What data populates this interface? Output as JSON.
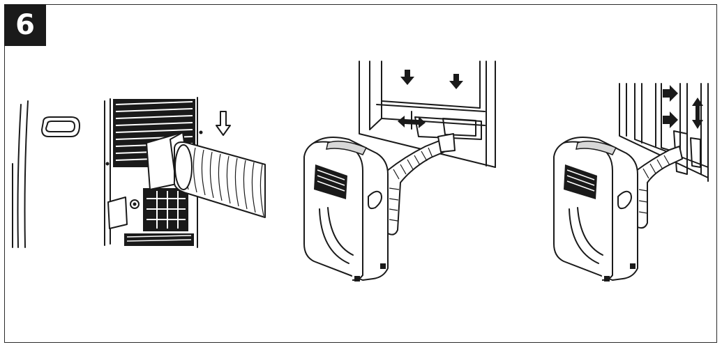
{
  "step": {
    "number": "6"
  },
  "panels": [
    {
      "name": "hose-attach"
    },
    {
      "name": "sliding-window-install"
    },
    {
      "name": "vertical-window-install"
    }
  ],
  "icons": [
    "down-arrow-icon",
    "horizontal-double-arrow-icon",
    "right-arrow-icon",
    "vertical-double-arrow-icon"
  ],
  "colors": {
    "line": "#1a1a1a",
    "background": "#ffffff",
    "badge": "#1a1a1a"
  }
}
